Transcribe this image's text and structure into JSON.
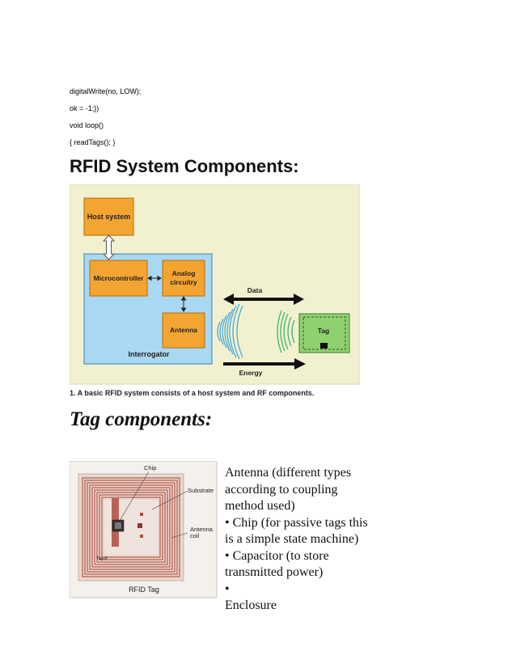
{
  "code_lines": [
    "digitalWrite(no, LOW);",
    "ok = -1;})",
    "void loop()",
    "{ readTags(); }"
  ],
  "heading_system": "RFID System Components:",
  "diagram": {
    "host_system": "Host system",
    "microcontroller": "Microcontroller",
    "analog_line1": "Analog",
    "analog_line2": "circuitry",
    "antenna": "Antenna",
    "interrogator": "Interrogator",
    "data": "Data",
    "energy": "Energy",
    "tag": "Tag",
    "caption": "1. A basic RFID system consists of a host system and RF components.",
    "colors": {
      "background": "#f2f1cf",
      "interrogator_fill": "#a9d9f2",
      "block_fill": "#f4a531",
      "tag_fill": "#8fd16f",
      "wave_blue": "#4aa8d8",
      "wave_green": "#3fb56a"
    }
  },
  "heading_tag": "Tag components:",
  "tag_image": {
    "chip_label": "Chip",
    "substrate_label": "Substrate",
    "antenna_coil_line1": "Antenna",
    "antenna_coil_line2": "coil",
    "tag_it_label": "Tag-it",
    "caption": "RFID Tag"
  },
  "tag_components_text": [
    "Antenna (different types",
    "according to coupling",
    "method used)",
    "• Chip (for passive tags this",
    "is a simple state machine)",
    "• Capacitor (to store",
    "transmitted power)",
    "•",
    "Enclosure"
  ]
}
